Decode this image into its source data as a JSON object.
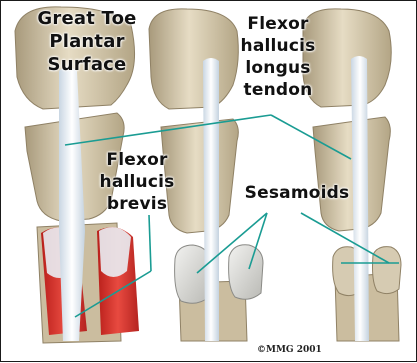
{
  "title": {
    "line1": "Great Toe",
    "line2": "Plantar",
    "line3": "Surface"
  },
  "labels": {
    "flexor_hallucis_longus": {
      "line1": "Flexor",
      "line2": "hallucis",
      "line3": "longus",
      "line4": "tendon"
    },
    "flexor_hallucis_brevis": {
      "line1": "Flexor",
      "line2": "hallucis",
      "line3": "brevis"
    },
    "sesamoids": "Sesamoids"
  },
  "copyright": "©MMG 2001",
  "colors": {
    "bone": "#d9cdb3",
    "bone_shadow": "#b7a98a",
    "tendon": "#eef4fb",
    "muscle": "#d8322b",
    "leader_line": "#1a9c93"
  }
}
